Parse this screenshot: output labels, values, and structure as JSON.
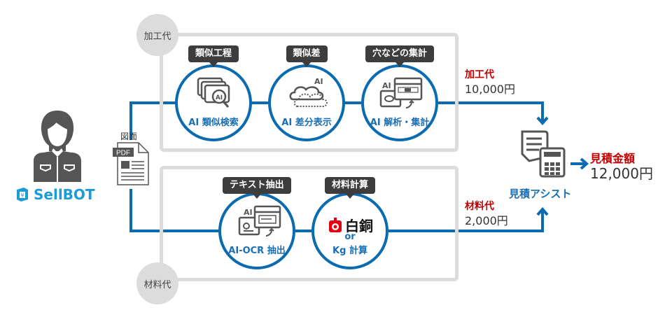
{
  "brand": {
    "name": "SellBOT",
    "color": "#1e9bd7"
  },
  "drawing": {
    "label": "図面",
    "file_type": "PDF"
  },
  "groups": {
    "processing": {
      "badge": "加工代"
    },
    "material": {
      "badge": "材料代"
    }
  },
  "processing_nodes": [
    {
      "tag": "類似工程",
      "label": "AI 類似検索",
      "icon": "similar-search-icon"
    },
    {
      "tag": "類似差",
      "label": "AI 差分表示",
      "icon": "diff-display-icon"
    },
    {
      "tag": "穴などの集計",
      "label": "AI 解析・集計",
      "icon": "analysis-icon"
    }
  ],
  "material_nodes": [
    {
      "tag": "テキスト抽出",
      "label": "AI-OCR 抽出",
      "icon": "ocr-icon"
    },
    {
      "tag": "材料計算",
      "brand_text": "白銅",
      "or_text": "or",
      "label": "Kg 計算",
      "icon": "hakudo-logo-icon"
    }
  ],
  "prices": {
    "processing": {
      "label": "加工代",
      "value": "10,000円"
    },
    "material": {
      "label": "材料代",
      "value": "2,000円"
    },
    "total": {
      "label": "見積金額",
      "value": "12,000円"
    }
  },
  "assist": {
    "label": "見積アシスト",
    "icon": "estimate-calculator-icon"
  },
  "colors": {
    "line": "#0a6bb0",
    "accent_red": "#c00000",
    "box_gray": "#dcdcdc",
    "tag_dark": "#3d3d3d"
  }
}
